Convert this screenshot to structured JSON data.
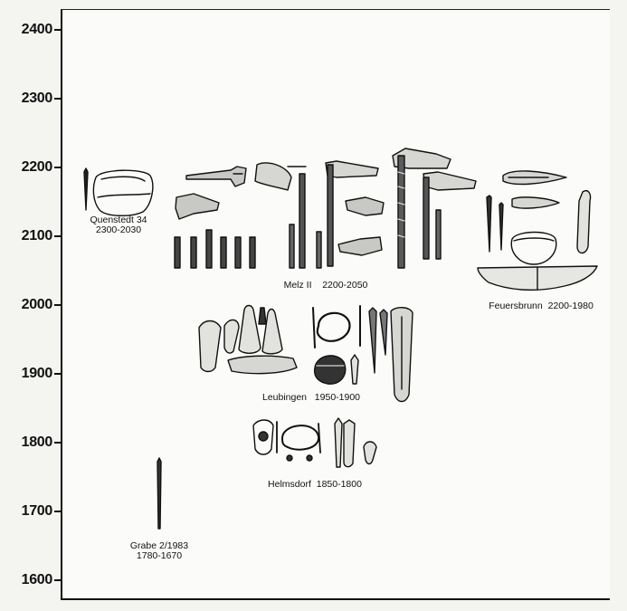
{
  "axis": {
    "ticks": [
      "2400",
      "2300",
      "2200",
      "2100",
      "2000",
      "1900",
      "1800",
      "1700",
      "1600"
    ]
  },
  "finds": {
    "quenstedt": {
      "name": "Quenstedt 34",
      "dates": "2300-2030"
    },
    "melz": {
      "name": "Melz II",
      "dates": "2200-2050"
    },
    "feuersbrunn": {
      "name": "Feuersbrunn",
      "dates": "2200-1980"
    },
    "leubingen": {
      "name": "Leubingen",
      "dates": "1950-1900"
    },
    "helmsdorf": {
      "name": "Helmsdorf",
      "dates": "1850-1800"
    },
    "grabe": {
      "name": "Grabe 2/1983",
      "dates": "1780-1670"
    }
  },
  "colors": {
    "ink": "#111111",
    "paper": "#fbfbf9"
  }
}
